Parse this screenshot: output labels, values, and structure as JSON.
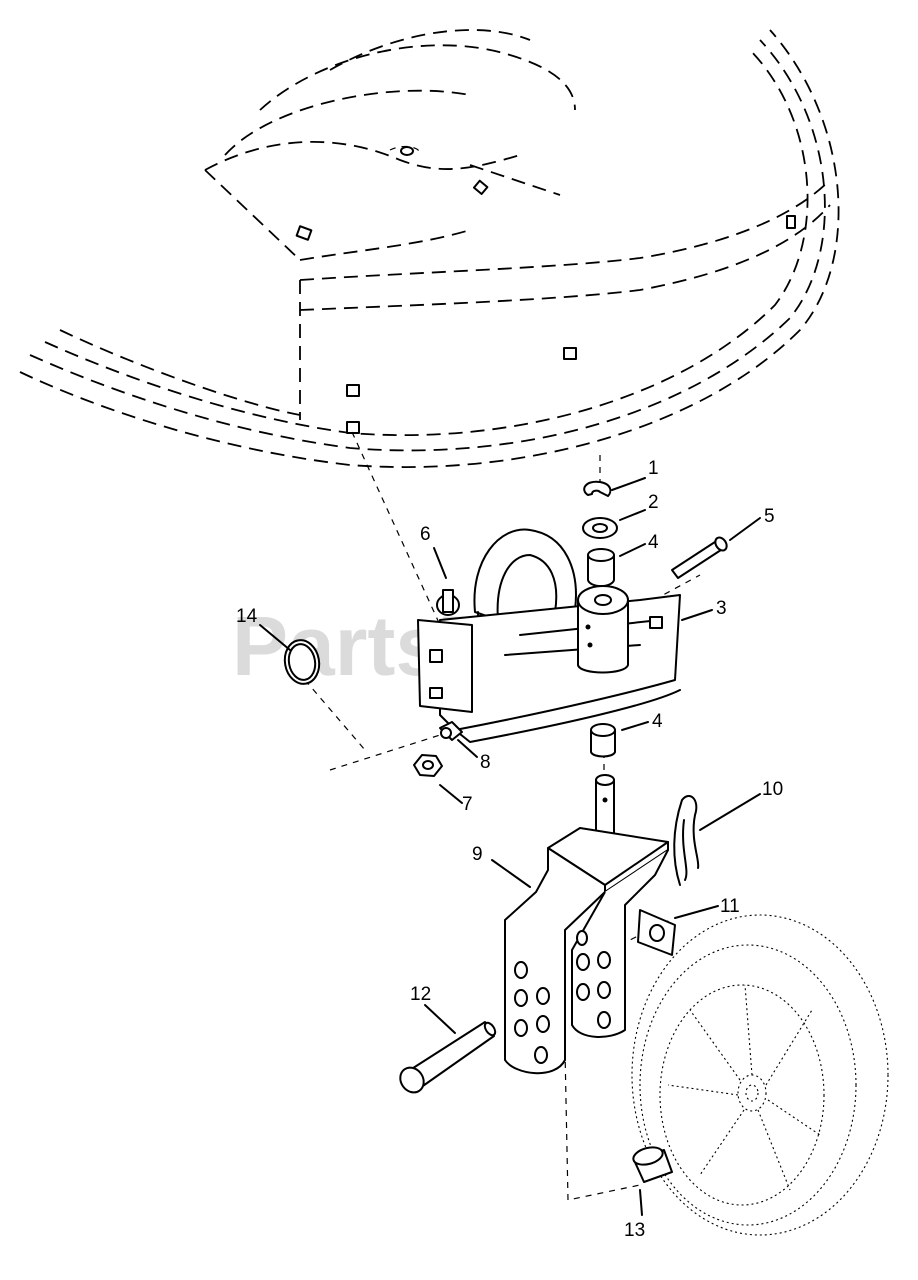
{
  "watermark": "PartsTree",
  "callouts": [
    "1",
    "2",
    "3",
    "4",
    "5",
    "6",
    "7",
    "8",
    "9",
    "10",
    "11",
    "12",
    "13",
    "14"
  ],
  "callout_4b": "4"
}
